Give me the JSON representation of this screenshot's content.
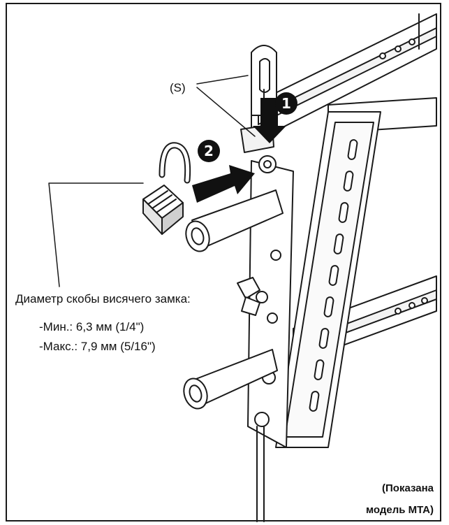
{
  "labels": {
    "s": "(S)",
    "step1": "1",
    "step2": "2"
  },
  "shackle_diameter": {
    "title": "Диаметр скобы висячего замка:",
    "min": "-Мин.: 6,3 мм (1/4\")",
    "max": "-Макс.: 7,9 мм (5/16\")"
  },
  "caption": {
    "line1": "(Показана",
    "line2": "модель MTA)"
  },
  "colors": {
    "line": "#1a1a1a",
    "fill": "#ffffff",
    "arrow": "#111111"
  },
  "icons": [
    "padlock-icon",
    "arrow-down-icon",
    "arrow-right-icon"
  ]
}
